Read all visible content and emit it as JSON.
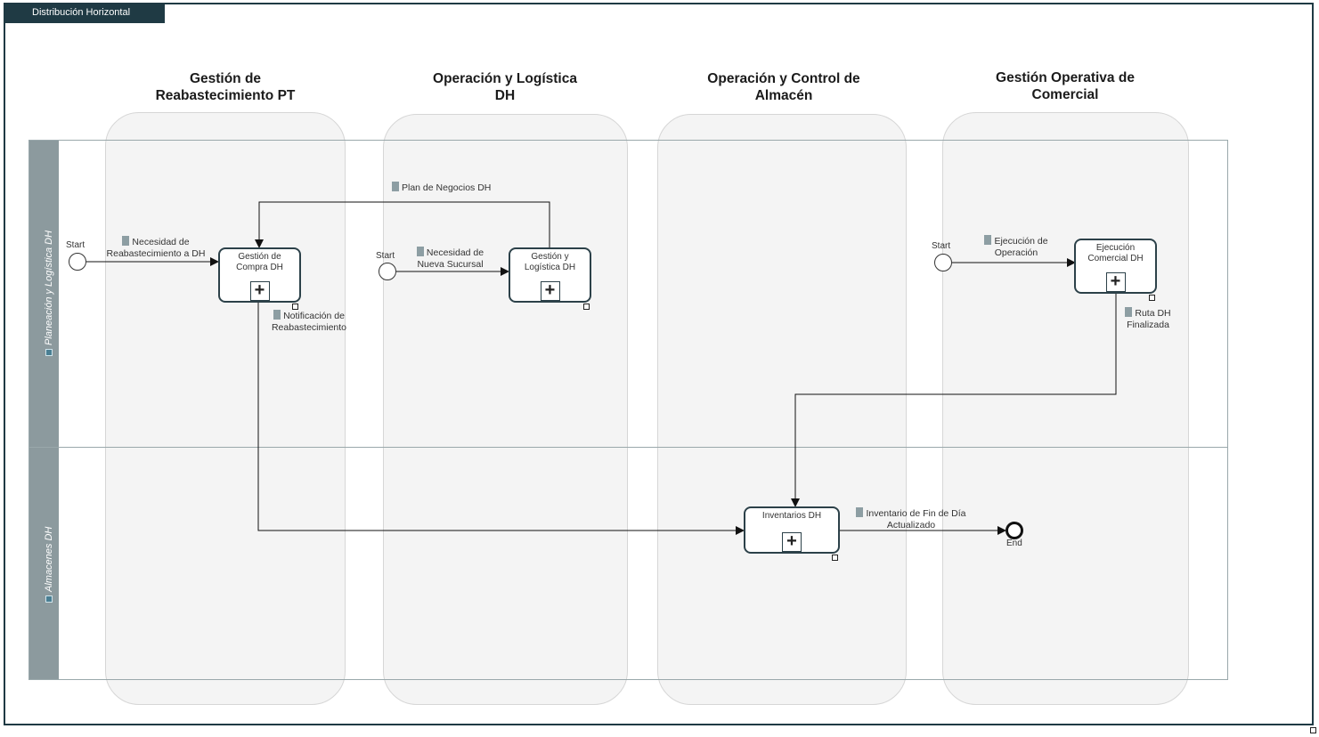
{
  "diagram": {
    "title": "Distribución Horizontal",
    "columns": [
      {
        "title": "Gestión de\nReabastecimiento PT"
      },
      {
        "title": "Operación y Logística\nDH"
      },
      {
        "title": "Operación y Control de\nAlmacén"
      },
      {
        "title": "Gestión Operativa de\nComercial"
      }
    ],
    "lanes": [
      {
        "label": "Planeación y Logística DH"
      },
      {
        "label": "Almacenes DH"
      }
    ],
    "tasks": [
      {
        "label": "Gestión de\nCompra DH"
      },
      {
        "label": "Gestión y\nLogística DH"
      },
      {
        "label": "Ejecución\nComercial DH"
      },
      {
        "label": "Inventarios DH"
      }
    ],
    "events": [
      {
        "label": "Start"
      },
      {
        "label": "Start"
      },
      {
        "label": "Start"
      },
      {
        "label": "End"
      }
    ],
    "flows": [
      {
        "label": "Necesidad de\nReabastecimiento a DH"
      },
      {
        "label": "Plan de Negocios DH"
      },
      {
        "label": "Necesidad de\nNueva Sucursal"
      },
      {
        "label": "Notificación de\nReabastecimiento"
      },
      {
        "label": "Ejecución de\nOperación"
      },
      {
        "label": "Ruta DH\nFinalizada"
      },
      {
        "label": "Inventario de Fin de Día\nActualizado"
      }
    ],
    "colors": {
      "frame": "#1f3a44",
      "lane_header": "#8c9a9e",
      "column_fill": "#f4f4f4",
      "task_border": "#2c4149"
    }
  }
}
